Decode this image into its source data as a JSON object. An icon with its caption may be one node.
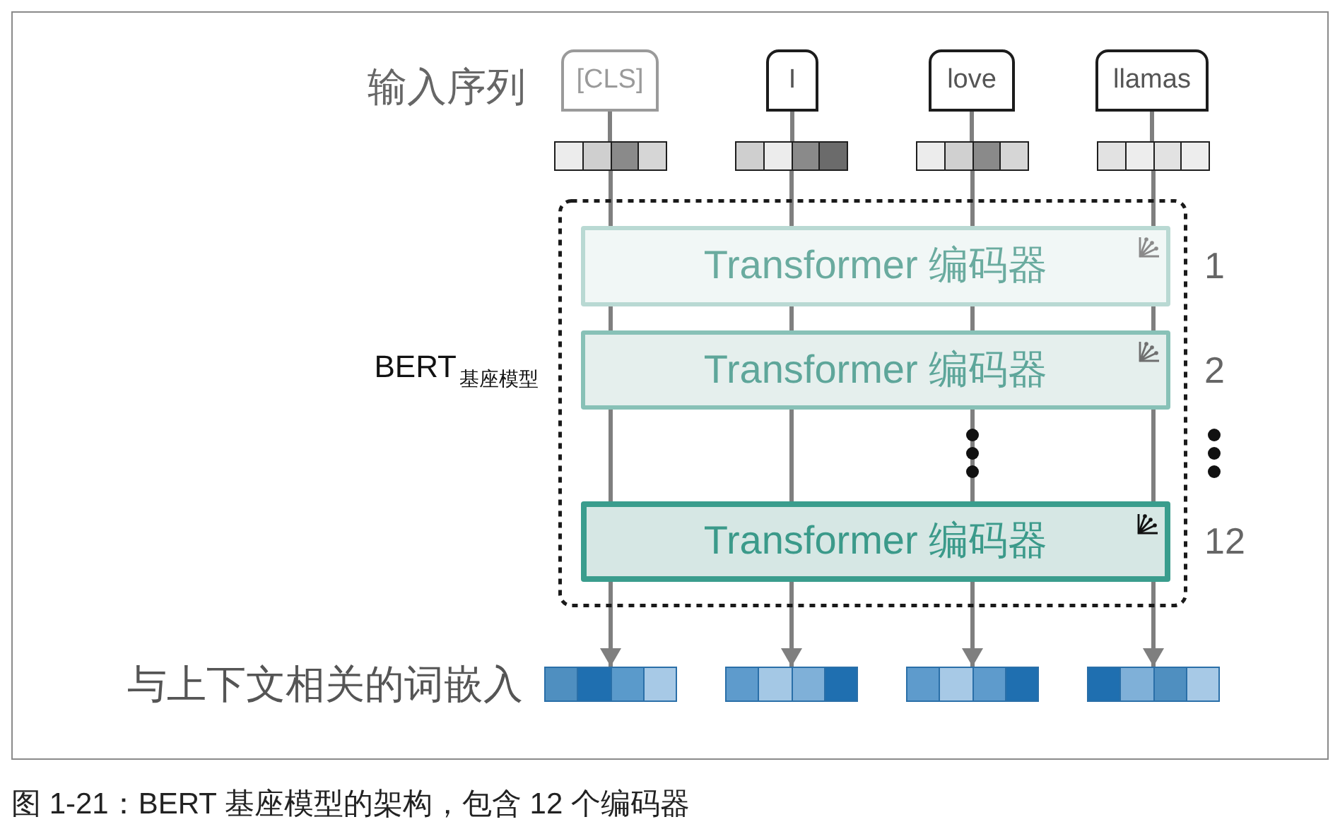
{
  "diagram": {
    "caption": "图 1-21：BERT 基座模型的架构，包含 12 个编码器",
    "nodes": [
      {
        "text": [
          "[CLS]"
        ]
      },
      {
        "text": [
          "I"
        ]
      },
      {
        "text": [
          "love"
        ]
      },
      {
        "text": [
          "llamas"
        ]
      },
      {
        "text": [],
        "shape": "bar"
      },
      {
        "text": [],
        "shape": "bar"
      },
      {
        "text": [],
        "shape": "bar"
      },
      {
        "text": [],
        "shape": "bar"
      },
      {
        "text": [
          "BERT$_{基座模型}$"
        ]
      },
      {
        "text": [
          "Transformer 编码器"
        ],
        "in": 8,
        "beside": [
          "1"
        ]
      },
      {
        "text": [
          "Transformer 编码器"
        ],
        "in": 8,
        "beside": [
          "2"
        ]
      },
      {
        "text": [
          "Transformer 编码器"
        ],
        "in": 8,
        "beside": [
          "12"
        ]
      },
      {
        "text": [],
        "shape": "bar"
      },
      {
        "text": [],
        "shape": "bar"
      },
      {
        "text": [],
        "shape": "bar"
      },
      {
        "text": [],
        "shape": "bar"
      }
    ],
    "edges": [
      {
        "from": 0,
        "to": 4,
        "arrow": "none"
      },
      {
        "from": 1,
        "to": 5,
        "arrow": "none"
      },
      {
        "from": 2,
        "to": 6,
        "arrow": "none"
      },
      {
        "from": 3,
        "to": 7,
        "arrow": "none"
      },
      {
        "from": 4,
        "to": 9,
        "arrow": "none"
      },
      {
        "from": 5,
        "to": 9,
        "arrow": "none"
      },
      {
        "from": 6,
        "to": 9,
        "arrow": "none"
      },
      {
        "from": 7,
        "to": 9,
        "arrow": "none"
      },
      {
        "from": 9,
        "to": 10,
        "arrow": "none"
      },
      {
        "from": 9,
        "to": 10,
        "arrow": "none"
      },
      {
        "from": 9,
        "to": 10,
        "arrow": "none"
      },
      {
        "from": 9,
        "to": 10,
        "arrow": "none"
      },
      {
        "from": 10,
        "to": 11,
        "arrow": "none"
      },
      {
        "from": 10,
        "to": 11,
        "arrow": "none"
      },
      {
        "from": 10,
        "to": 11,
        "arrow": "none"
      },
      {
        "from": 10,
        "to": 11,
        "arrow": "none"
      },
      {
        "from": 11,
        "to": 12,
        "arrow": "to"
      },
      {
        "from": 11,
        "to": 13,
        "arrow": "to"
      },
      {
        "from": 11,
        "to": 14,
        "arrow": "to"
      },
      {
        "from": 11,
        "to": 15,
        "arrow": "to"
      }
    ],
    "labels": [
      "输入序列",
      "与上下文相关的词嵌入"
    ]
  }
}
